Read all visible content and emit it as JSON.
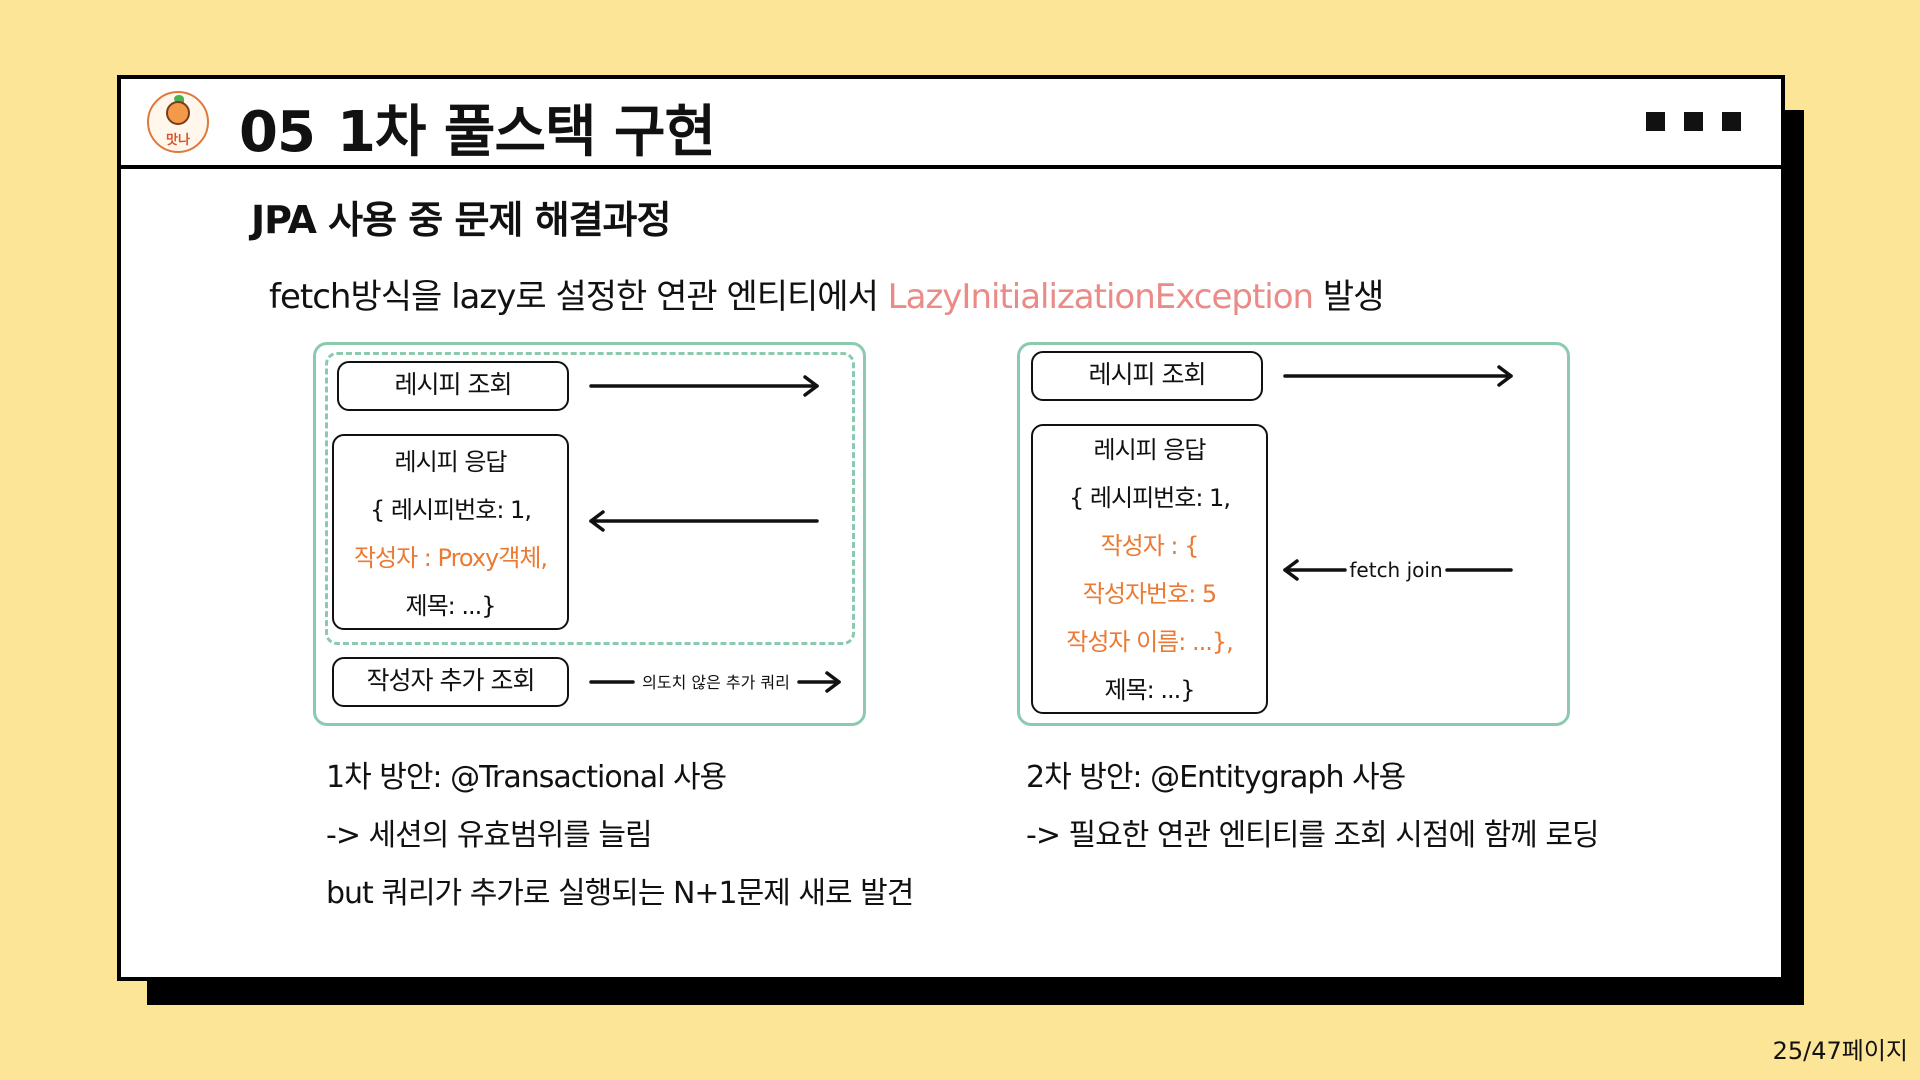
{
  "header": {
    "logo_text": "맛나",
    "section_number": "05",
    "title": "1차 풀스택 구현"
  },
  "subtitle": "JPA 사용 중 문제 해결과정",
  "headline": {
    "prefix": "fetch방식을 lazy로 설정한 연관 엔티티에서 ",
    "exception": "LazyInitializationException",
    "suffix": " 발생"
  },
  "left_diagram": {
    "request_label": "레시피 조회",
    "response_lines": [
      "레시피 응답",
      "{ 레시피번호: 1,",
      "작성자 : Proxy객체,",
      "제목: ...}"
    ],
    "extra_query_label": "작성자 추가 조회",
    "extra_query_arrow_label": "의도치 않은 추가 쿼리"
  },
  "right_diagram": {
    "request_label": "레시피 조회",
    "response_lines": [
      "레시피 응답",
      "{ 레시피번호: 1,",
      "작성자 : {",
      "작성자번호: 5",
      "작성자 이름: ...},",
      "제목: ...}"
    ],
    "fetch_join_label": "fetch join"
  },
  "left_caption": [
    "1차 방안: @Transactional 사용",
    "-> 세션의 유효범위를 늘림",
    "but 쿼리가 추가로 실행되는 N+1문제 새로 발견"
  ],
  "right_caption": [
    "2차 방안: @Entitygraph 사용",
    "-> 필요한 연관 엔티티를 조회 시점에 함께 로딩"
  ],
  "page_number": "25/47페이지",
  "colors": {
    "background": "#fce597",
    "panel_border": "#8ccab0",
    "exception_text": "#ea8b87",
    "highlight_text": "#ea7a34"
  }
}
